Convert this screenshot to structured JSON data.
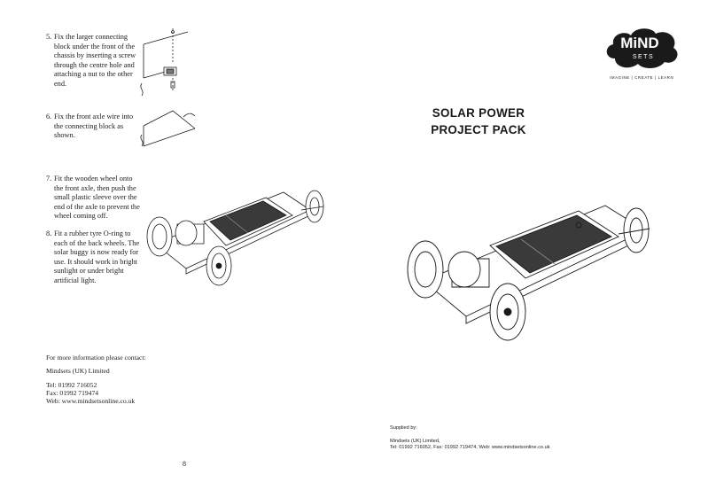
{
  "steps": [
    {
      "num": "5.",
      "text": "Fix the larger connecting block under the front of the chassis by inserting a screw through the centre hole and attaching a nut to the other end."
    },
    {
      "num": "6.",
      "text": "Fix the front axle wire into the connecting block as shown."
    },
    {
      "num": "7.",
      "text": "Fit the wooden wheel onto the front axle, then push the small plastic sleeve over the end of the axle to prevent the wheel coming off."
    },
    {
      "num": "8.",
      "text": "Fit a rubber tyre O-ring to each of the back wheels.  The solar buggy is now ready for use.  It should work in bright sunlight or under bright artificial light."
    }
  ],
  "contact": {
    "intro": "For more information please contact:",
    "company": "Mindsets (UK) Limited",
    "tel": "Tel: 01992 716052",
    "fax": "Fax: 01992 719474",
    "web": "Web: www.mindsetsonline.co.uk"
  },
  "page_number": "8",
  "cover": {
    "title_line1": "SOLAR POWER",
    "title_line2": "PROJECT PACK",
    "logo_text": "MiND",
    "logo_sub": "SETS",
    "tagline": "IMAGINE | CREATE | LEARN",
    "supplied_by": "Supplied by:",
    "supplier_name": "Mindsets (UK) Limited,",
    "supplier_contact": "Tel: 01992 716052, Fax: 01992 719474, Web: www.mindsetsonline.co.uk"
  },
  "colors": {
    "ink": "#1a1a1a",
    "panel": "#3a3a3a",
    "background": "#ffffff"
  },
  "icons": [
    "chassis-block-diagram-icon",
    "axle-wire-diagram-icon",
    "solar-buggy-illustration",
    "mindsets-logo-icon"
  ]
}
